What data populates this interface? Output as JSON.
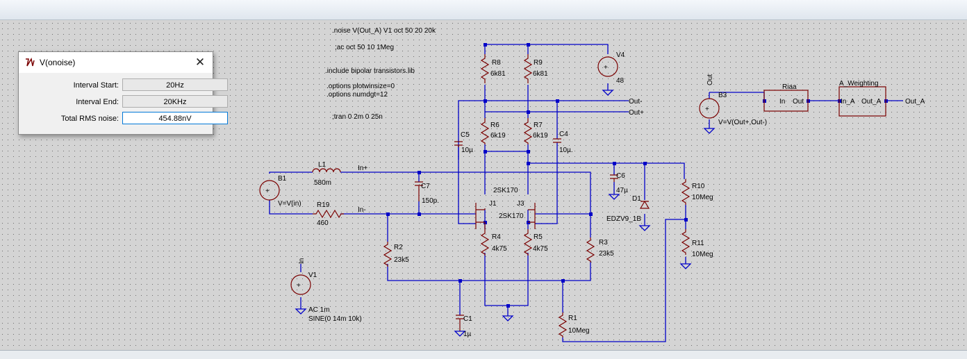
{
  "dialog": {
    "title": "V(onoise)",
    "close_glyph": "✕",
    "fields": [
      {
        "label": "Interval Start:",
        "value": "20Hz"
      },
      {
        "label": "Interval End:",
        "value": "20KHz"
      },
      {
        "label": "Total RMS noise:",
        "value": "454.88nV"
      }
    ]
  },
  "directives": {
    "noise": ".noise V(Out_A) V1 oct 50 20 20k",
    "ac": ";ac oct 50 10 1Meg",
    "include": ".include bipolar transistors.lib",
    "plotwinsize": ".options plotwinsize=0",
    "numdgt": ".options numdgt=12",
    "tran": ";tran 0 2m 0 25n"
  },
  "components": {
    "R8": {
      "name": "R8",
      "value": "6k81"
    },
    "R9": {
      "name": "R9",
      "value": "6k81"
    },
    "V4": {
      "name": "V4",
      "value": "48"
    },
    "R6": {
      "name": "R6",
      "value": "6k19"
    },
    "R7": {
      "name": "R7",
      "value": "6k19"
    },
    "C5": {
      "name": "C5",
      "value": "10µ"
    },
    "C4": {
      "name": "C4",
      "value": "10µ."
    },
    "L1": {
      "name": "L1",
      "value": "580m"
    },
    "B1": {
      "name": "B1",
      "value": "V=V(in)"
    },
    "R19": {
      "name": "R19",
      "value": "460"
    },
    "C7": {
      "name": "C7",
      "value": "150p."
    },
    "J1": {
      "name": "J1",
      "value": "2SK170"
    },
    "J3": {
      "name": "J3",
      "value": "2SK170"
    },
    "C6": {
      "name": "C6",
      "value": "47µ"
    },
    "D1": {
      "name": "D1",
      "value": "EDZV9_1B"
    },
    "R10": {
      "name": "R10",
      "value": "10Meg"
    },
    "R11": {
      "name": "R11",
      "value": "10Meg"
    },
    "R4": {
      "name": "R4",
      "value": "4k75"
    },
    "R5": {
      "name": "R5",
      "value": "4k75"
    },
    "R2": {
      "name": "R2",
      "value": "23k5"
    },
    "R3": {
      "name": "R3",
      "value": "23k5"
    },
    "V1": {
      "name": "V1",
      "value": "AC 1m",
      "value2": "SINE(0 14m 10k)"
    },
    "C1": {
      "name": "C1",
      "value": "1µ"
    },
    "R1": {
      "name": "R1",
      "value": "10Meg"
    },
    "B3": {
      "name": "B3",
      "value": "V=V(Out+,Out-)"
    },
    "Riaa": {
      "name": "Riaa",
      "pin_in": "In",
      "pin_out": "Out"
    },
    "A_Weighting": {
      "name": "A_Weighting",
      "pin_in": "In_A",
      "pin_out": "Out_A"
    }
  },
  "nets": {
    "in_plus": "In+",
    "in_minus": "In-",
    "out_minus": "Out-",
    "out_plus": "Out+",
    "out_a": "Out_A",
    "out": "Out",
    "in": "In"
  },
  "colors": {
    "wire": "#0000c8",
    "component": "#7a0000",
    "background": "#d4d4d4",
    "dialog_focus": "#0078d7"
  }
}
